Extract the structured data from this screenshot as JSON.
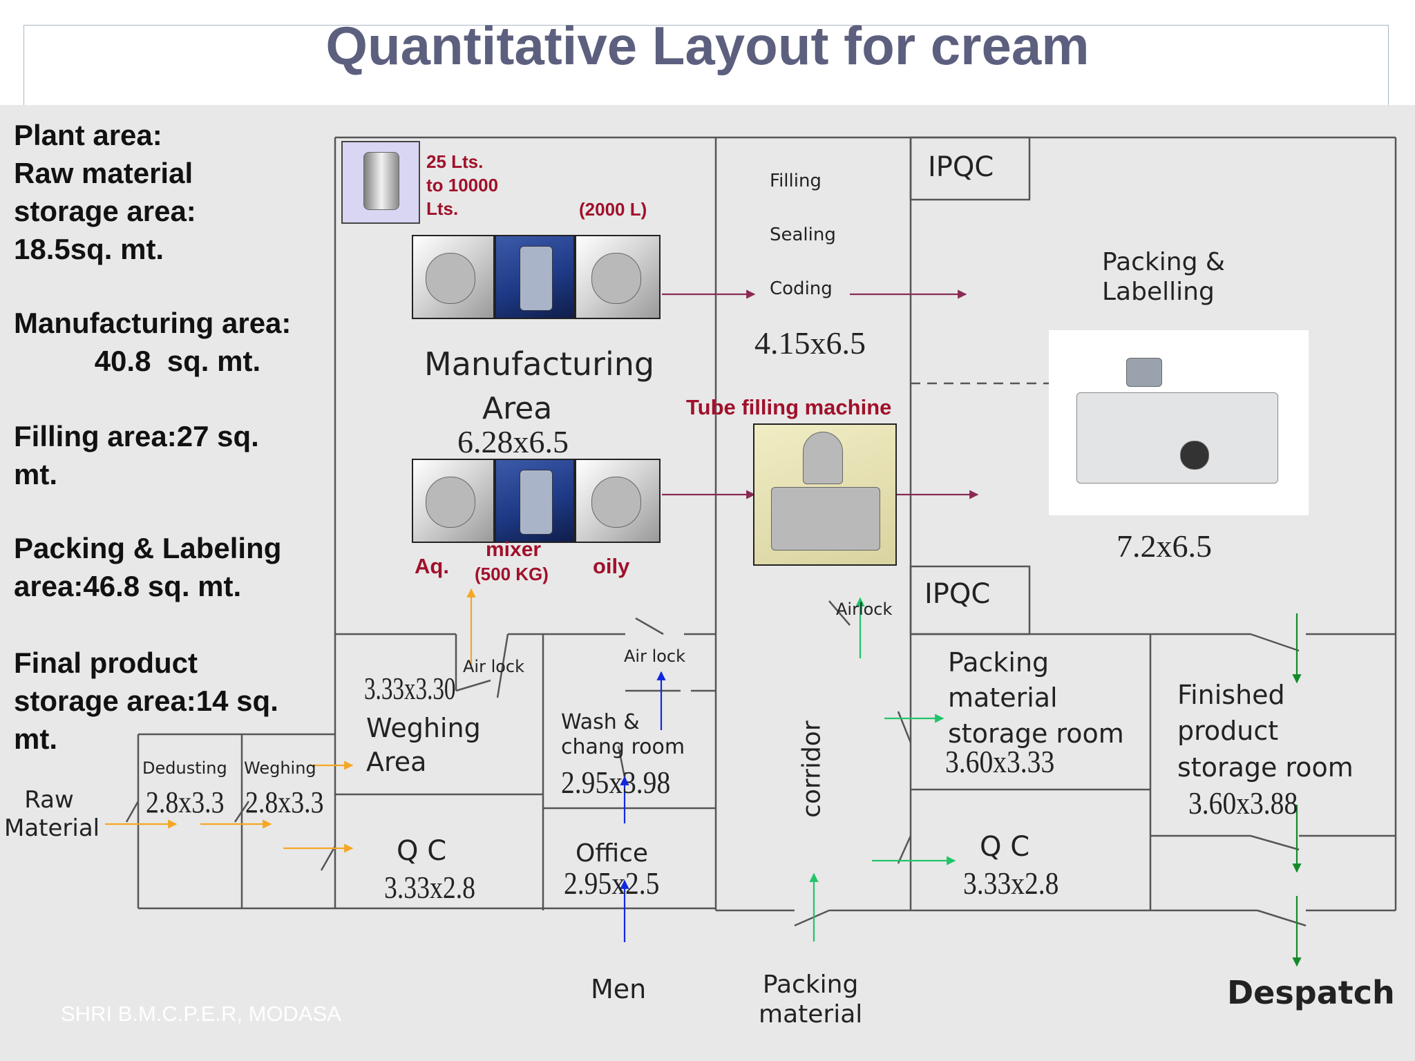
{
  "title": "Quantitative Layout for cream",
  "summary": {
    "plant": "Plant area:\nRaw material\nstorage area:\n18.5sq. mt.",
    "manufacturing": "Manufacturing area:\n          40.8  sq. mt.",
    "filling": "Filling area:27 sq.\nmt.",
    "packing": "Packing & Labeling\narea:46.8 sq. mt.",
    "final": "Final product\nstorage area:14 sq.\nmt."
  },
  "rooms": {
    "manufacturing_title": "Manufacturing",
    "manufacturing_area": "Area",
    "manufacturing_dim": "6.28x6.5",
    "filling_steps": [
      "Filling",
      "Sealing",
      "Coding"
    ],
    "filling_dim": "4.15x6.5",
    "ipqc_top": "IPQC",
    "ipqc_mid": "IPQC",
    "packing_labelling": "Packing &\nLabelling",
    "packing_dim": "7.2x6.5",
    "airlock_right": "Airlock",
    "airlock_mid": "Air lock",
    "airlock_left": "Air lock",
    "weighing_dim": "3.33x3.30",
    "weighing_label": "Weghing\nArea",
    "wash_label": "Wash &\nchang room",
    "wash_dim": "2.95x3.98",
    "qc_left": "Q C",
    "qc_left_dim": "3.33x2.8",
    "office_label": "Office",
    "office_dim": "2.95x2.5",
    "corridor": "corridor",
    "packing_material_room": "Packing\nmaterial\nstorage room",
    "packing_material_dim": "3.60x3.33",
    "finished_product": "Finished\nproduct\nstorage room",
    "finished_dim": "3.60x3.88",
    "qc_right": "Q C",
    "qc_right_dim": "3.33x2.8",
    "dedusting": "Dedusting",
    "dedusting_dim": "2.8x3.3",
    "weghing_small": "Weghing",
    "weghing_small_dim": "2.8x3.3"
  },
  "equipment": {
    "storage_tank_caption": "25 Lts.\nto 10000\nLts.",
    "capacity_top": "(2000 L)",
    "tube_filling": "Tube filling machine",
    "aq": "Aq.",
    "mixer": "mixer",
    "mixer_capacity": "(500 KG)",
    "oily": "oily"
  },
  "flow_labels": {
    "raw_material": "Raw\nMaterial",
    "men": "Men",
    "packing_material": "Packing\nmaterial",
    "despatch": "Despatch"
  },
  "footer": "SHRI B.M.C.P.E.R, MODASA",
  "colors": {
    "title": "#5c5f7e",
    "equipment_text": "#a0102a",
    "raw_material_flow": "#f5a623",
    "personnel_flow": "#1028e0",
    "packing_material_flow": "#22c46a",
    "product_flow": "#138a2a",
    "process_flow": "#8a2a55"
  }
}
